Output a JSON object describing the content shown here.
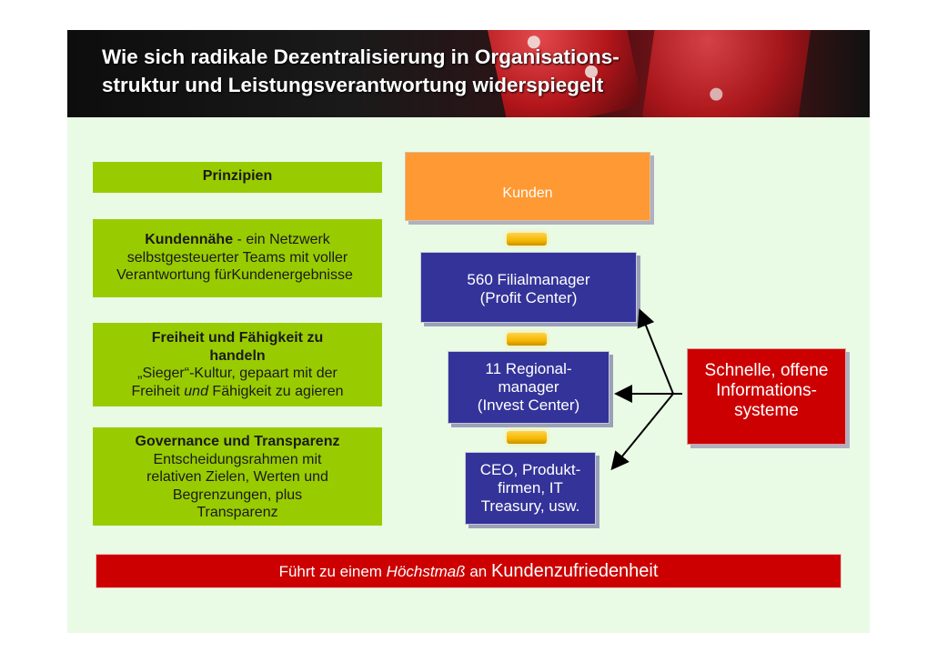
{
  "title": {
    "line1": "Wie sich radikale Dezentralisierung in Organisations-",
    "line2": "struktur und Leistungsverantwortung widerspiegelt"
  },
  "principles": {
    "heading": "Prinzipien",
    "items": [
      {
        "bold": "Kundennähe",
        "text_lines": [
          " - ein Netzwerk",
          "selbstgesteuerter Teams mit voller",
          "Verantwortung fürKundenergebnisse"
        ]
      },
      {
        "bold_lines": [
          "Freiheit und Fähigkeit zu",
          "handeln"
        ],
        "line1": "„Sieger“-Kultur, gepaart mit der",
        "line2_pre": "Freiheit ",
        "line2_em": "und",
        "line2_post": " Fähigkeit zu agieren"
      },
      {
        "bold": "Governance  und Transparenz",
        "text_lines": [
          "Entscheidungsrahmen mit",
          "relativen Zielen, Werten und",
          "Begrenzungen, plus",
          "Transparenz"
        ]
      }
    ]
  },
  "org": {
    "kunden": "Kunden",
    "filial": [
      "560 Filialmanager",
      "(Profit Center)"
    ],
    "regional": [
      "11 Regional-",
      "manager",
      "(Invest Center)"
    ],
    "ceo": [
      "CEO, Produkt-",
      "firmen, IT",
      "Treasury, usw."
    ]
  },
  "info_box": [
    "Schnelle, offene",
    "Informations-",
    "systeme"
  ],
  "bottom": {
    "pre": "Führt zu einem ",
    "em": "Höchstmaß",
    "mid": " an ",
    "big": "Kundenzufriedenheit"
  },
  "colors": {
    "green": "#99cc00",
    "navy": "#333399",
    "orange": "#ff9933",
    "red": "#cc0000",
    "background": "#e9fbe5"
  }
}
